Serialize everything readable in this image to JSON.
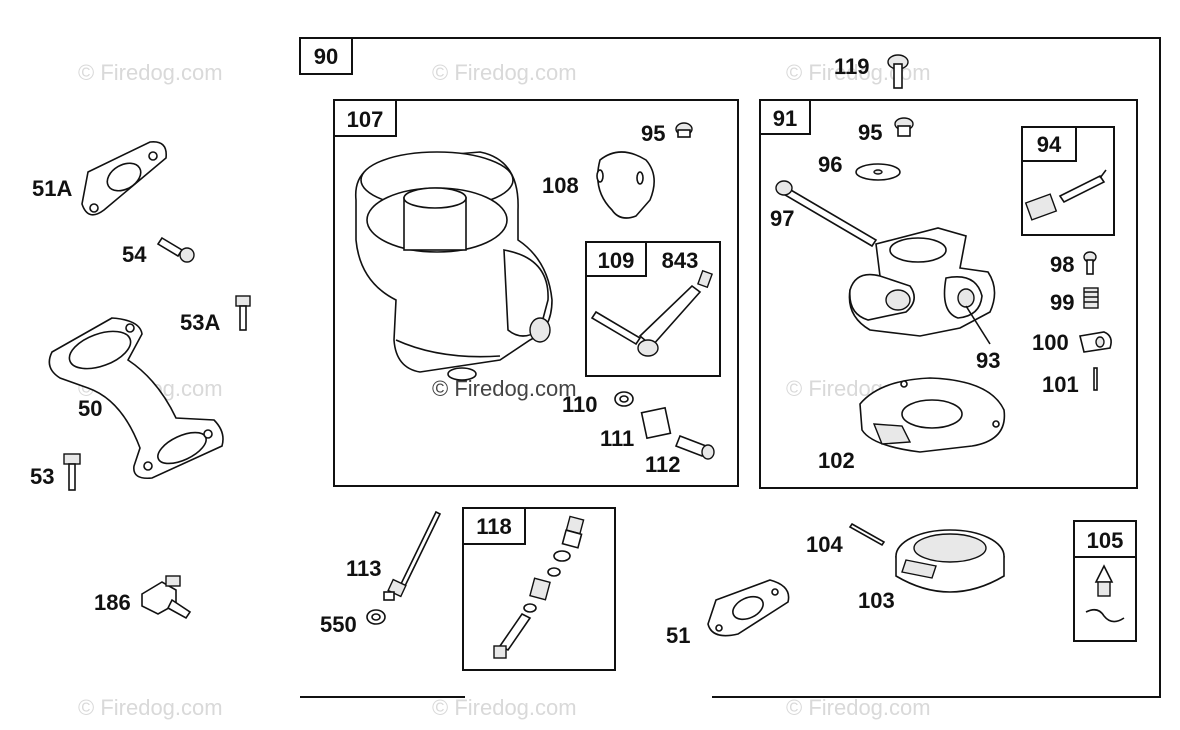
{
  "watermark": "© Firedog.com",
  "boxes": {
    "b90": "90",
    "b107": "107",
    "b91": "91",
    "b94": "94",
    "b109": "109",
    "b843": "843",
    "b118": "118",
    "b105": "105"
  },
  "labels": {
    "l51A": "51A",
    "l54": "54",
    "l53A": "53A",
    "l50": "50",
    "l53": "53",
    "l186": "186",
    "l95a": "95",
    "l108": "108",
    "l110": "110",
    "l111": "111",
    "l112": "112",
    "l119": "119",
    "l95b": "95",
    "l96": "96",
    "l97": "97",
    "l93": "93",
    "l98": "98",
    "l99": "99",
    "l100": "100",
    "l101": "101",
    "l102": "102",
    "l113": "113",
    "l550": "550",
    "l51": "51",
    "l104": "104",
    "l103": "103"
  }
}
